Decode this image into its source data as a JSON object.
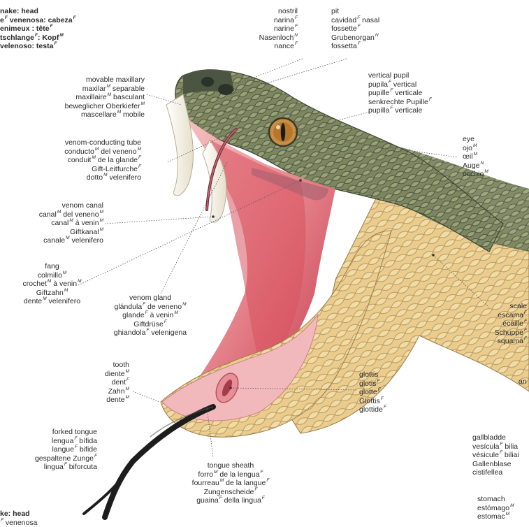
{
  "header_head": [
    {
      "text": "nake: head",
      "g": ""
    },
    {
      "text": "e",
      "g": "F",
      "rest": " venenosa: cabeza",
      "g2": "F"
    },
    {
      "text": "enimeux : tête",
      "g": "F"
    },
    {
      "text": "tschlange",
      "g": "F",
      "rest": ": Kopf",
      "g2": "M"
    },
    {
      "text": " velenoso: testa",
      "g": "F"
    }
  ],
  "footer_head": [
    {
      "text": "ke: head",
      "g": ""
    },
    {
      "text": "",
      "g": "F",
      "rest": " venenosa",
      "g2": ""
    }
  ],
  "labels": {
    "nostril": [
      [
        "nostril",
        ""
      ],
      [
        "narina",
        "F"
      ],
      [
        "narine",
        "F"
      ],
      [
        "Nasenloch",
        "N"
      ],
      [
        "nance",
        "F"
      ]
    ],
    "pit": [
      [
        "pit",
        ""
      ],
      [
        "cavidad",
        "F",
        " nasal"
      ],
      [
        "fossette",
        "F"
      ],
      [
        "Grubenorgan",
        "N"
      ],
      [
        "fossetta",
        "F"
      ]
    ],
    "maxillary": [
      [
        "movable maxillary",
        ""
      ],
      [
        "maxilar",
        "M",
        " separable"
      ],
      [
        "maxillaire",
        "M",
        " basculant"
      ],
      [
        "beweglicher Oberkiefer",
        "M"
      ],
      [
        "mascellare",
        "M",
        " mobile"
      ]
    ],
    "pupil": [
      [
        "vertical pupil",
        ""
      ],
      [
        "pupila",
        "F",
        " vertical"
      ],
      [
        "pupille",
        "F",
        " verticale"
      ],
      [
        "senkrechte Pupille",
        "F"
      ],
      [
        "pupilla",
        "F",
        " verticale"
      ]
    ],
    "tube": [
      [
        "venom-conducting tube",
        ""
      ],
      [
        "conducto",
        "M",
        " del veneno",
        "M"
      ],
      [
        "conduit",
        "M",
        " de la glande",
        "F"
      ],
      [
        "Gift-Leitfurche",
        "F"
      ],
      [
        "dotto",
        "M",
        " velenifero"
      ]
    ],
    "eye": [
      [
        "eye",
        ""
      ],
      [
        "ojo",
        "M"
      ],
      [
        "œil",
        "M"
      ],
      [
        "Auge",
        "N"
      ],
      [
        "occhio",
        "M"
      ]
    ],
    "canal": [
      [
        "venom canal",
        ""
      ],
      [
        "canal",
        "M",
        " del veneno",
        "M"
      ],
      [
        "canal",
        "M",
        " à venin",
        "M"
      ],
      [
        "Giftkanal",
        "M"
      ],
      [
        "canale",
        "M",
        " velenifero"
      ]
    ],
    "fang": [
      [
        "fang",
        ""
      ],
      [
        "colmillo",
        "M"
      ],
      [
        "crochet",
        "M",
        " à venin",
        "M"
      ],
      [
        "Giftzahn",
        "M"
      ],
      [
        "dente",
        "M",
        " velenifero"
      ]
    ],
    "gland": [
      [
        "venom gland",
        ""
      ],
      [
        "glándula",
        "F",
        " de veneno",
        "M"
      ],
      [
        "glande",
        "F",
        " à venin",
        "M"
      ],
      [
        "Giftdrüse",
        "F"
      ],
      [
        "ghiandola",
        "F",
        " velenigena"
      ]
    ],
    "scale": [
      [
        "scale",
        ""
      ],
      [
        "escama",
        "F"
      ],
      [
        "écaille",
        "F"
      ],
      [
        "Schuppe",
        "F"
      ],
      [
        "squama",
        "F"
      ]
    ],
    "tooth": [
      [
        "tooth",
        ""
      ],
      [
        "diente",
        "M"
      ],
      [
        "dent",
        "F"
      ],
      [
        "Zahn",
        "M"
      ],
      [
        "dente",
        "M"
      ]
    ],
    "glottis": [
      [
        "glottis",
        ""
      ],
      [
        "glotis",
        "F"
      ],
      [
        "glotte",
        "F"
      ],
      [
        "Glottis",
        "F"
      ],
      [
        "glottide",
        "F"
      ]
    ],
    "tongue": [
      [
        "forked tongue",
        ""
      ],
      [
        "lengua",
        "F",
        " bífida"
      ],
      [
        "langue",
        "F",
        " bifide"
      ],
      [
        "gespaltene Zunge",
        "F"
      ],
      [
        "lingua",
        "F",
        " biforcuta"
      ]
    ],
    "sheath": [
      [
        "tongue sheath",
        ""
      ],
      [
        "forro",
        "M",
        " de la lengua",
        "F"
      ],
      [
        "fourreau",
        "M",
        " de la langue",
        "F"
      ],
      [
        "Zungenscheide",
        "F"
      ],
      [
        "guaina",
        "F",
        " della lingua",
        "F"
      ]
    ],
    "gall": [
      [
        "gallbladde",
        ""
      ],
      [
        "vesícula",
        "F",
        " bilia"
      ],
      [
        "vésicule",
        "F",
        " biliai"
      ],
      [
        "Gallenblase",
        ""
      ],
      [
        "cistifellea",
        ""
      ]
    ],
    "stomach": [
      [
        "stomach",
        ""
      ],
      [
        "estómago",
        "M"
      ],
      [
        "estomac",
        "M"
      ]
    ],
    "an": [
      [
        "an",
        ""
      ]
    ]
  },
  "colors": {
    "head_dark": "#4f5a44",
    "head_mid": "#7d8a63",
    "scale_tan": "#e8c98a",
    "scale_light": "#f3e0ad",
    "mouth_pink": "#e98e94",
    "mouth_deep": "#c93a4c",
    "fang": "#f6f1e6",
    "tongue": "#1d1d1d",
    "eye": "#b6772a"
  }
}
